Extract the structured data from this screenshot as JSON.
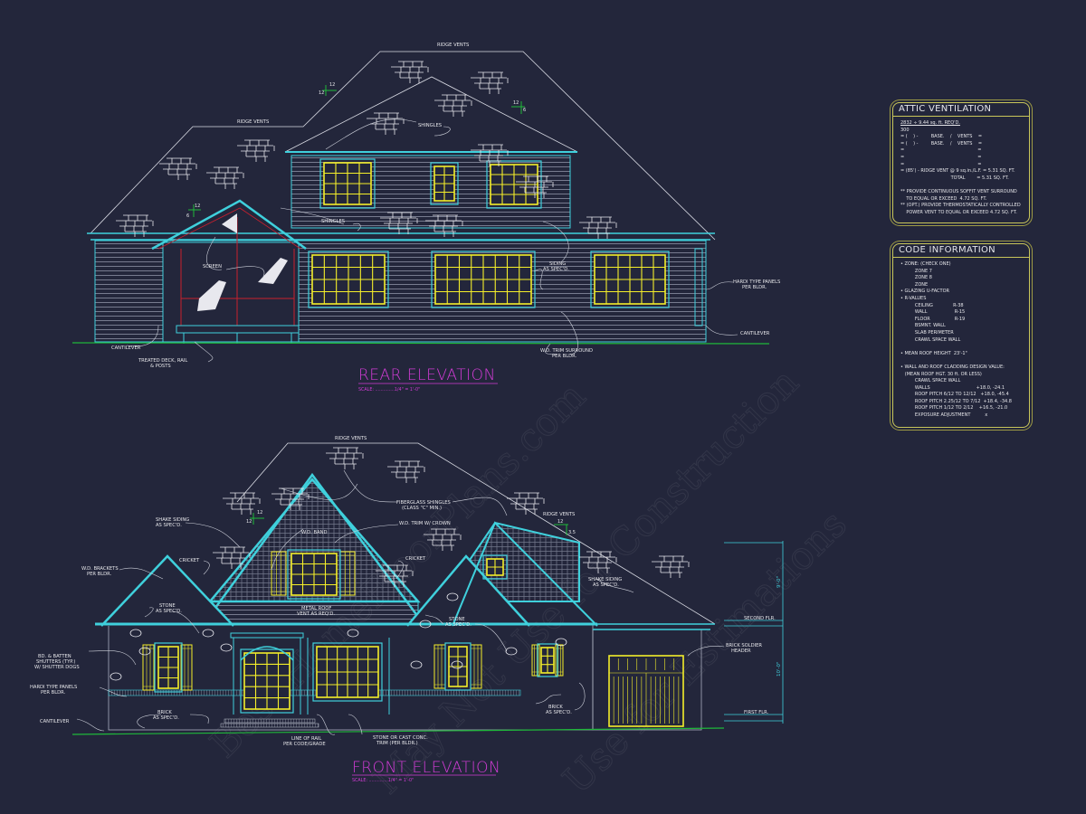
{
  "watermark": [
    "Best HomeFloorPlans.com",
    "May Not Use for Construction",
    "Use for Estimations"
  ],
  "colors": {
    "background": "#23263b",
    "wall": "#3fd0dc",
    "window": "#f4ee2a",
    "title": "#d23cd6",
    "grade": "#1fb83a",
    "screen": "#c8202e",
    "table_border": "#c9c65a"
  },
  "rear": {
    "title": "REAR ELEVATION",
    "scale": "SCALE: ..............1/4\" = 1'-0\"",
    "labels": {
      "ridge_vents_top": "RIDGE VENTS",
      "ridge_vents_left": "RIDGE VENTS",
      "shingles_upper": "SHINGLES",
      "shingles_lower": "SHINGLES",
      "screen": "SCREEN",
      "siding": [
        "SIDING",
        "AS SPEC'D."
      ],
      "hardi": [
        "HARDI TYPE PANELS",
        "PER BLDR."
      ],
      "cantilever_left": "CANTILEVER",
      "cantilever_right": "CANTILEVER",
      "deck": [
        "TREATED DECK, RAIL",
        "& POSTS"
      ],
      "trim": [
        "W.D. TRIM SURROUND",
        "PER BLDR."
      ]
    },
    "pitches": [
      [
        "12",
        "12"
      ],
      [
        "12",
        "6"
      ],
      [
        "12",
        "6"
      ]
    ]
  },
  "front": {
    "title": "FRONT ELEVATION",
    "scale": "SCALE: ..............1/4\" = 1'-0\"",
    "labels": {
      "ridge_vents_top": "RIDGE VENTS",
      "ridge_vents_right": "RIDGE VENTS",
      "fiberglass": [
        "FIBERGLASS SHINGLES",
        "(CLASS \"C\" MIN.)"
      ],
      "trim_crown": "W.D. TRIM W/ CROWN",
      "band": "W.D. BAND",
      "shake_left": [
        "SHAKE SIDING",
        "AS SPEC'D."
      ],
      "shake_right": [
        "SHAKE SIDING",
        "AS SPEC'D."
      ],
      "cricket_left": "CRICKET",
      "cricket_right": "CRICKET",
      "brackets": [
        "W.D. BRACKETS",
        "PER BLDR."
      ],
      "stone_left": [
        "STONE",
        "AS SPEC'D."
      ],
      "stone_right": [
        "STONE",
        "AS SPEC'D."
      ],
      "metal_roof": [
        "METAL ROOF",
        "VENT AS REQ'D."
      ],
      "shutters": [
        "BD. & BATTEN",
        "SHUTTERS (TYP.)",
        "W/ SHUTTER DOGS"
      ],
      "hardi": [
        "HARDI TYPE PANELS",
        "PER BLDR."
      ],
      "cantilever": "CANTILEVER",
      "brick_left": [
        "BRICK",
        "AS SPEC'D."
      ],
      "brick_right": [
        "BRICK",
        "AS SPEC'D."
      ],
      "rail": [
        "LINE OF RAIL",
        "PER CODE/GRADE"
      ],
      "stone_trim": [
        "STONE OR CAST CONC.",
        "TRIM (PER BLDR.)"
      ],
      "soldier": [
        "BRICK SOLDIER",
        "HEADER"
      ],
      "second_flr": "SECOND FLR.",
      "first_flr": "FIRST FLR."
    },
    "dims": [
      "9'-0\"",
      "10'-0\""
    ],
    "pitches": [
      [
        "12",
        "12"
      ],
      [
        "12",
        "3.5"
      ]
    ]
  },
  "attic": {
    "title": "ATTIC VENTILATION",
    "lines": [
      "2832 ÷ 9.44 sq. ft. REQ'D.",
      "300",
      "= (    ) -         BASE.    /    VENTS    =",
      "= (    ) -         BASE.    /    VENTS    =",
      "=                                                   =",
      "=                                                   =",
      "=                                                   =",
      "= (85') - RIDGE VENT @ 9 sq.in./L.F. = 5.31 SQ. FT.",
      "                                   TOTAL        = 5.31 SQ. FT.",
      "",
      "** PROVIDE CONTINUOUS SOFFIT VENT SURROUND",
      "    TO EQUAL OR EXCEED  4.72 SQ. FT.",
      "** (OPT.) PROVIDE THERMOSTATICALLY CONTROLLED",
      "    POWER VENT TO EQUAL OR EXCEED 4.72 SQ. FT."
    ]
  },
  "code": {
    "title": "CODE INFORMATION",
    "lines": [
      "• ZONE: (CHECK ONE)",
      "          ZONE 7",
      "          ZONE 8",
      "          ZONE",
      "• GLAZING U-FACTOR",
      "• R-VALUES",
      "          CEILING              R-38",
      "          WALL                   R-15",
      "          FLOOR                 R-19",
      "          BSMNT. WALL",
      "          SLAB PERIMETER",
      "          CRAWL SPACE WALL",
      "",
      "• MEAN ROOF HEIGHT  23'-1\"",
      "",
      "• WALL AND ROOF CLADDING DESIGN VALUE:",
      "   (MEAN ROOF HGT. 30 ft. OR LESS)",
      "          CRAWL SPACE WALL",
      "          WALLS                                +18.0, -24.1",
      "          ROOF PITCH 6/12 TO 12/12   +18.0, -45.4",
      "          ROOF PITCH 2.25/12 TO 7/12  +18.4, -34.8",
      "          ROOF PITCH 1/12 TO 2/12    +16.5, -21.0",
      "          EXPOSURE ADJUSTMENT          x"
    ]
  }
}
